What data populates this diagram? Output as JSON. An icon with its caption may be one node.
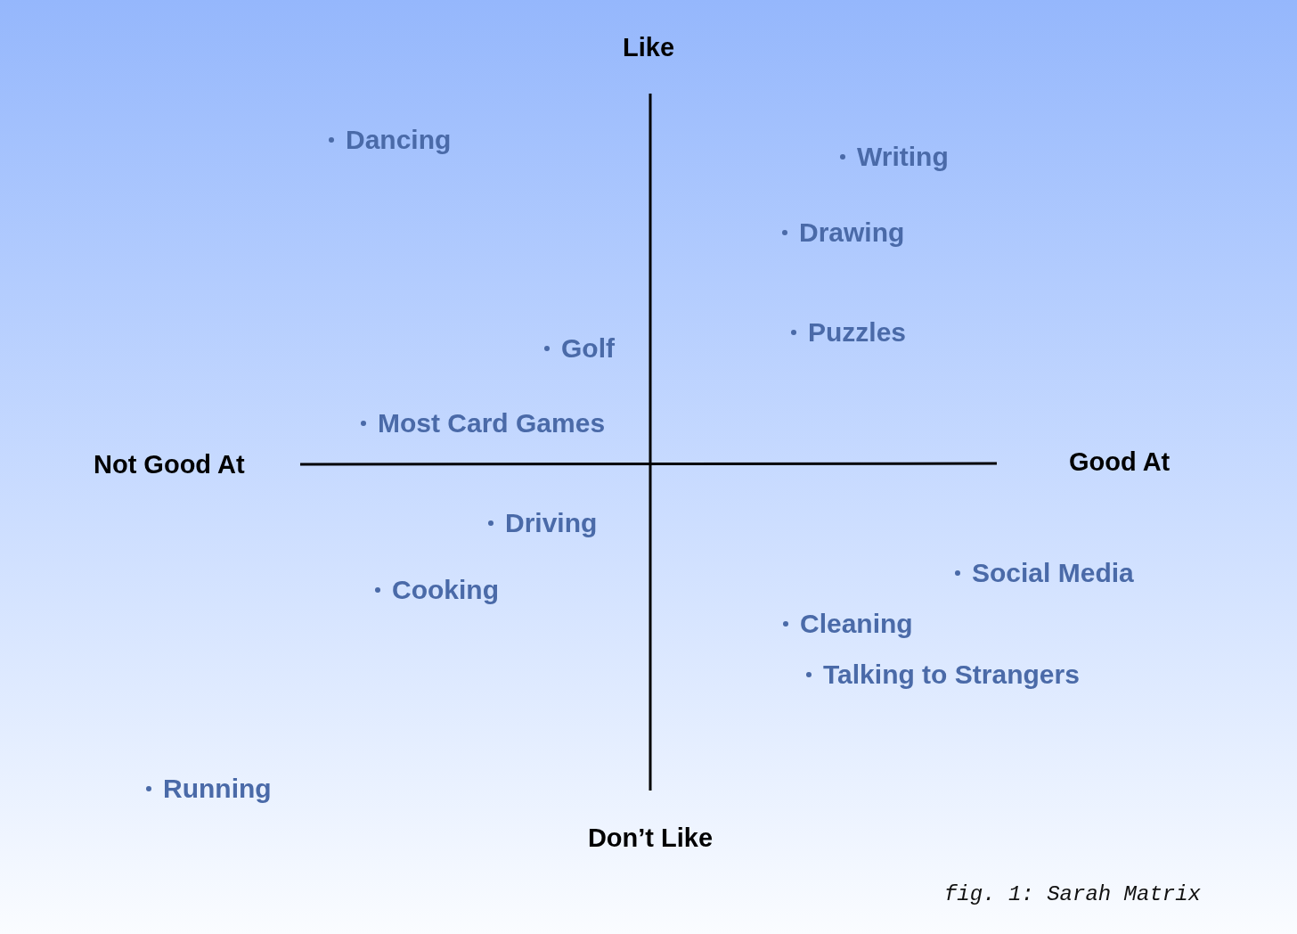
{
  "diagram": {
    "labels": [
      "Like",
      "Dancing",
      "Writing",
      "Drawing",
      "Puzzles",
      "Golf",
      "Most Card Games",
      "Not Good At",
      "Good At",
      "Driving",
      "Social Media",
      "Cooking",
      "Cleaning",
      "Talking to Strangers",
      "Running",
      "Don’t Like"
    ],
    "caption": "fig. 1: Sarah Matrix"
  }
}
